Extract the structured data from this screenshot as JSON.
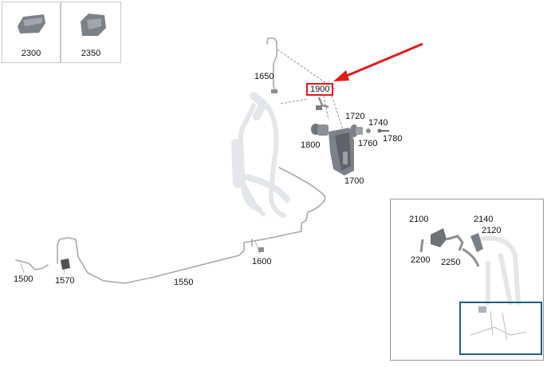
{
  "thumbnails": [
    {
      "label": "2300",
      "icon": "bracket-part-icon"
    },
    {
      "label": "2350",
      "icon": "clamp-part-icon"
    }
  ],
  "callouts": {
    "c1500": "1500",
    "c1550": "1550",
    "c1570": "1570",
    "c1600": "1600",
    "c1650": "1650",
    "c1700": "1700",
    "c1720": "1720",
    "c1740": "1740",
    "c1760": "1760",
    "c1780": "1780",
    "c1800": "1800",
    "c1900": "1900"
  },
  "inset": {
    "c2100": "2100",
    "c2140": "2140",
    "c2120": "2120",
    "c2200": "2200",
    "c2250": "2250"
  },
  "colors": {
    "highlight": "#e01b1b",
    "arrow": "#e01b1b",
    "inset_frame": "#1f5f85"
  }
}
